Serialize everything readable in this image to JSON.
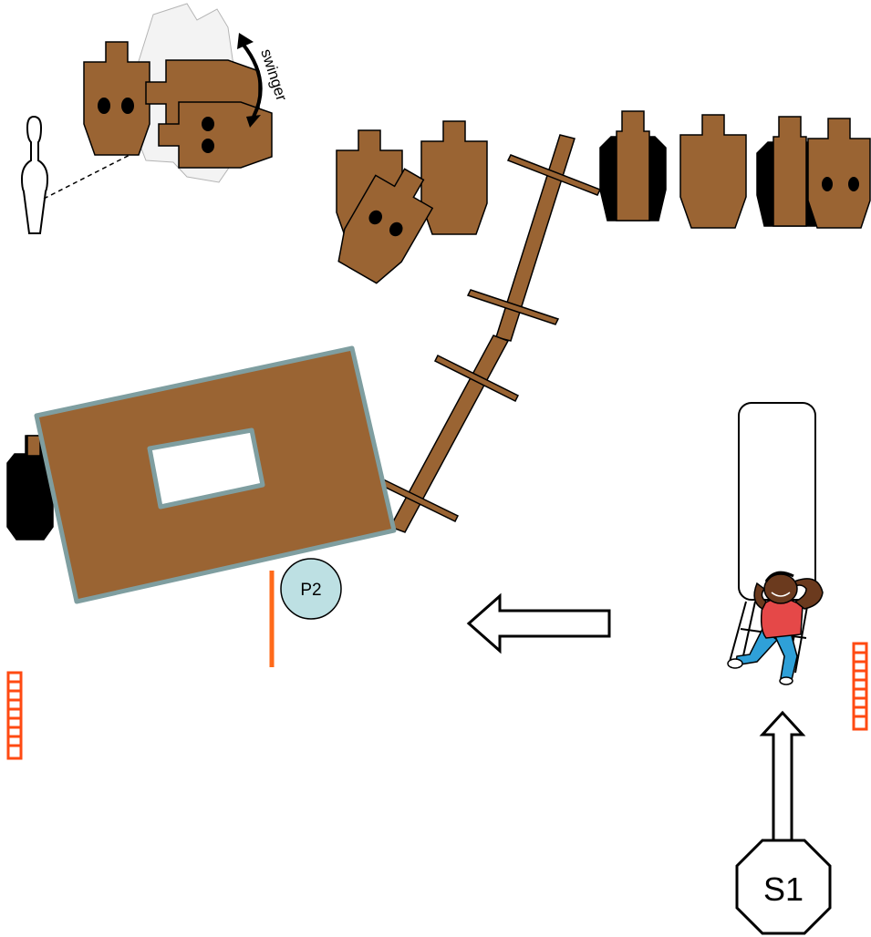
{
  "diagram": {
    "swinger_label": "swinger",
    "position_label": "P2",
    "start_label": "S1",
    "colors": {
      "target_brown": "#9a6433",
      "no_shoot_black": "#000000",
      "wall_border": "#7f9ea0",
      "fault_line_orange": "#ff6a1a",
      "barrel_red": "#ff4a12",
      "position_fill": "#bde0e3"
    },
    "icons": [
      "popper-icon",
      "paper-target-icon",
      "no-shoot-target-icon",
      "swinger-arrow-icon",
      "wall-icon",
      "port-window-icon",
      "fence-icon",
      "direction-arrow-icon",
      "chair-icon",
      "relaxing-shooter-icon",
      "barrel-icon",
      "start-position-icon"
    ]
  }
}
